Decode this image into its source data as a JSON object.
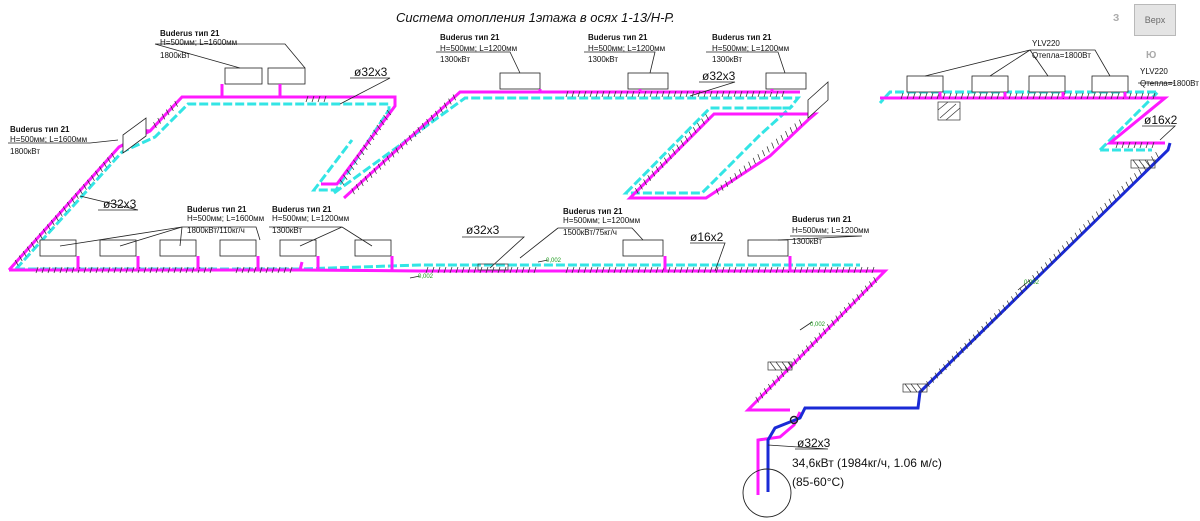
{
  "title": "Система отопления 1этажа в осях 1-13/Н-Р.",
  "viewcube": {
    "top": "Верх",
    "west": "З",
    "south": "Ю"
  },
  "annotations": {
    "rad_l1_name": "Buderus тип 21",
    "rad_l1_dims": "H=500мм; L=1600мм",
    "rad_l1_power": "1800кВт",
    "rad_l2_name": "Buderus тип 21",
    "rad_l2_dims": "H=500мм; L=1600мм",
    "rad_l2_power": "1800кВт",
    "rad_b1_name": "Buderus тип 21",
    "rad_b1_dims": "H=500мм; L=1200мм",
    "rad_b1_power": "1300кВт",
    "rad_b2_name": "Buderus тип 21",
    "rad_b2_dims": "H=500мм; L=1200мм",
    "rad_b2_power": "1300кВт",
    "rad_b3_name": "Buderus тип 21",
    "rad_b3_dims": "H=500мм; L=1200мм",
    "rad_b3_power": "1300кВт",
    "rad_m1_name": "Buderus тип 21",
    "rad_m1_dims": "H=500мм; L=1600мм",
    "rad_m1_power": "1800кВт/110кг/ч",
    "rad_m2_name": "Buderus тип 21",
    "rad_m2_dims": "H=500мм; L=1200мм",
    "rad_m2_power": "1300кВт",
    "rad_m3_name": "Buderus тип 21",
    "rad_m3_dims": "H=500мм; L=1200мм",
    "rad_m3_power": "1500кВт/75кг/ч",
    "rad_m4_name": "Buderus тип 21",
    "rad_m4_dims": "H=500мм; L=1200мм",
    "rad_m4_power": "1300кВт",
    "ylv1_name": "YLV220",
    "ylv1_power": "Qтепла=1800Вт",
    "ylv2_name": "YLV220",
    "ylv2_power": "Qтепла=1800Вт",
    "dia_1": "ø32х3",
    "dia_2": "ø32х3",
    "dia_3": "ø32х3",
    "dia_4": "ø32х3",
    "dia_5": "ø16х2",
    "dia_6": "ø16х2",
    "input_dia": "ø32х3",
    "input_power": "34,6кВт (1984кг/ч, 1.06 м/с)",
    "input_temp": "(85-60°С)",
    "slope_1": "0,002",
    "slope_2": "0,002",
    "slope_3": "0,002",
    "slope_4": "0,002"
  },
  "colors": {
    "supply": "#ff1aff",
    "return": "#33e5e5",
    "riser": "#1a2ad6",
    "slope_text": "#1a9a1a"
  }
}
